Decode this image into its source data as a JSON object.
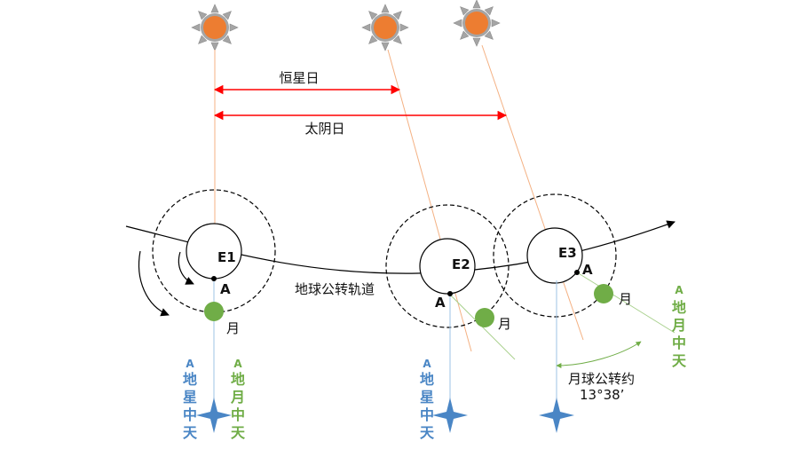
{
  "labels": {
    "sidereal_day": "恒星日",
    "solar_day": "太阴日",
    "orbit": "地球公转轨道",
    "e1": "E1",
    "e2": "E2",
    "e3": "E3",
    "point_a": "A",
    "moon": "月",
    "moon_revolution_line1": "月球公转约",
    "moon_revolution_line2": "13°38’"
  },
  "vertical_labels": {
    "a_star_transit": [
      "A",
      "地",
      "星",
      "中",
      "天"
    ],
    "a_moon_transit": [
      "A",
      "地",
      "月",
      "中",
      "天"
    ]
  },
  "colors": {
    "sun_body": "#ED7D31",
    "sun_ray": "#A5A5A5",
    "sun_line": "#F4B183",
    "arrow_red": "#FF0000",
    "star_line": "#9DC3E6",
    "star_blue": "#4A86C5",
    "moon_green": "#70AD47",
    "moon_line": "#A9D18E",
    "black": "#000000"
  }
}
